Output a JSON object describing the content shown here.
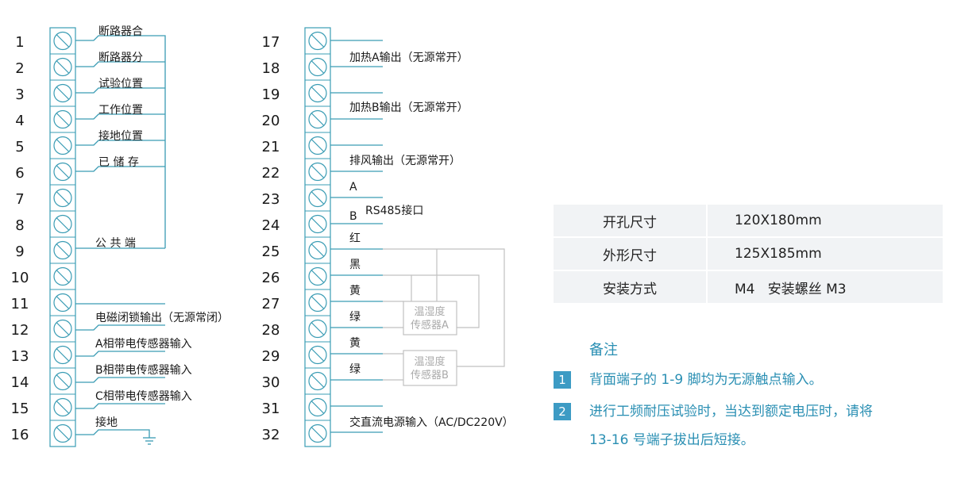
{
  "left_block": {
    "numbers": [
      "1",
      "2",
      "3",
      "4",
      "5",
      "6",
      "7",
      "8",
      "9",
      "10",
      "11",
      "12",
      "13",
      "14",
      "15",
      "16"
    ],
    "labels": {
      "breaker_close": "断路器合",
      "breaker_open": "断路器分",
      "test_position": "试验位置",
      "work_position": "工作位置",
      "ground_position": "接地位置",
      "stored": "已 储 存",
      "common": "公 共 端",
      "lock_output": "电磁闭锁输出（无源常闭）",
      "sensor_a": "A相带电传感器输入",
      "sensor_b": "B相带电传感器输入",
      "sensor_c": "C相带电传感器输入",
      "ground": "接地"
    }
  },
  "right_block": {
    "numbers": [
      "17",
      "18",
      "19",
      "20",
      "21",
      "22",
      "23",
      "24",
      "25",
      "26",
      "27",
      "28",
      "29",
      "30",
      "31",
      "32"
    ],
    "labels": {
      "heat_a": "加热A输出（无源常开）",
      "heat_b": "加热B输出（无源常开）",
      "fan": "排风输出（无源常开）",
      "a": "A",
      "b": "B",
      "rs485": "RS485接口",
      "red": "红",
      "black": "黑",
      "yellow1": "黄",
      "green1": "绿",
      "yellow2": "黄",
      "green2": "绿",
      "power": "交直流电源输入（AC/DC220V）"
    },
    "sensor_a": [
      "温湿度",
      "传感器A"
    ],
    "sensor_b": [
      "温湿度",
      "传感器B"
    ]
  },
  "specs": [
    {
      "key": "开孔尺寸",
      "value": "120X180mm"
    },
    {
      "key": "外形尺寸",
      "value": "125X185mm"
    },
    {
      "key": "安装方式",
      "value": "M4   安装螺丝 M3"
    }
  ],
  "notes": {
    "title": "备注",
    "items": [
      {
        "num": "1",
        "lines": [
          "背面端子的 1-9 脚均为无源触点输入。"
        ]
      },
      {
        "num": "2",
        "lines": [
          "进行工频耐压试验时，当达到额定电压时，请将",
          "13-16 号端子拔出后短接。"
        ]
      }
    ]
  },
  "colors": {
    "teal": "#3a9cb4",
    "note_text": "#2a8fb3",
    "badge": "#3d9bc4",
    "table_bg": "#f1f3f5",
    "sensor_gray": "#c0c0c0"
  }
}
